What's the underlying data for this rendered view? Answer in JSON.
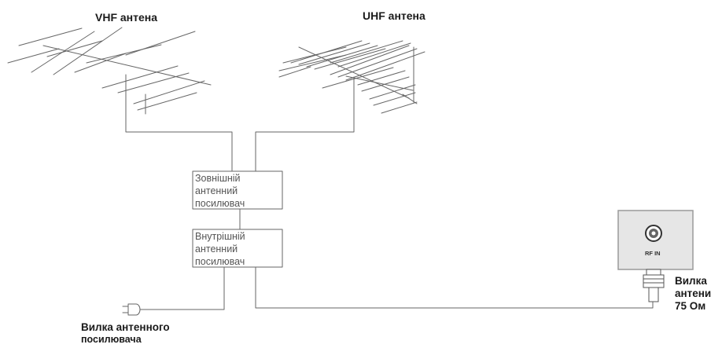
{
  "antennas": {
    "vhf_label": "VHF антена",
    "uhf_label": "UHF антена"
  },
  "amplifiers": {
    "outdoor": [
      "Зовнішній",
      "антенний",
      "посилювач"
    ],
    "indoor": [
      "Внутрішній",
      "антенний",
      "посилювач"
    ]
  },
  "tv_panel": {
    "port_label": "RF IN",
    "plug_label": [
      "Вилка",
      "антени",
      "75 Ом"
    ]
  },
  "power_plug": {
    "label": [
      "Вилка антенного",
      "посилювача"
    ]
  },
  "colors": {
    "line": "#666666",
    "panel_fill": "#e6e6e6",
    "panel_border": "#9a9a9a"
  }
}
